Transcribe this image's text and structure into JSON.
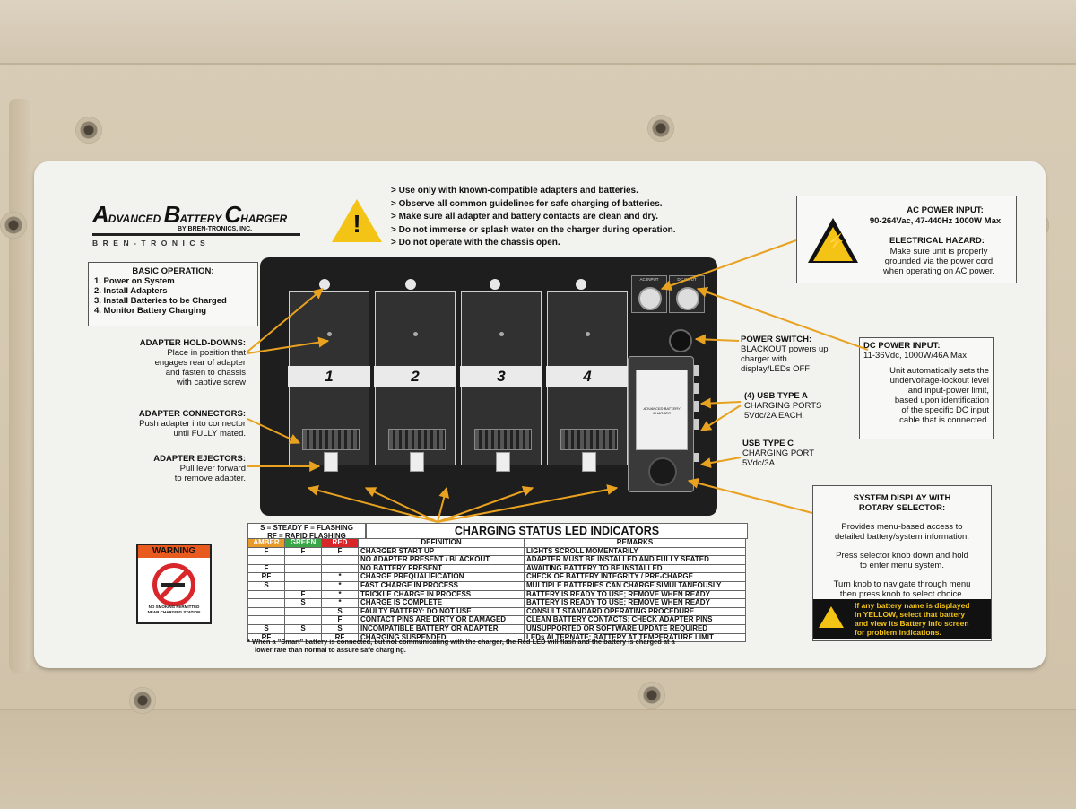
{
  "logo": {
    "line1_a": "A",
    "line1_b": "DVANCED ",
    "line1_c": "B",
    "line1_d": "ATTERY ",
    "line1_e": "C",
    "line1_f": "HARGER",
    "sub": "BY BREN-TRONICS, INC.",
    "brand": "BREN-TRONICS"
  },
  "safety_notes": [
    "> Use only with known-compatible adapters and batteries.",
    "> Observe all common guidelines for safe charging of batteries.",
    "> Make sure all adapter and battery contacts are clean and dry.",
    "> Do not immerse or splash water on the charger during operation.",
    "> Do not operate with the chassis open."
  ],
  "basic_operation": {
    "title": "BASIC OPERATION:",
    "steps": [
      "1. Power on System",
      "2. Install Adapters",
      "3. Install Batteries to be Charged",
      "4. Monitor Battery Charging"
    ]
  },
  "adapter_hold_downs": {
    "title": "ADAPTER HOLD-DOWNS:",
    "lines": [
      "Place in position that",
      "engages rear of adapter",
      "and fasten to chassis",
      "with captive screw"
    ]
  },
  "adapter_connectors": {
    "title": "ADAPTER CONNECTORS:",
    "lines": [
      "Push adapter into connector",
      "until FULLY mated."
    ]
  },
  "adapter_ejectors": {
    "title": "ADAPTER EJECTORS:",
    "lines": [
      "Pull lever forward",
      "to remove adapter."
    ]
  },
  "bays": [
    "1",
    "2",
    "3",
    "4"
  ],
  "panel_labels": {
    "ac": "AC INPUT",
    "dc": "DC INPUT",
    "display": "ADVANCED BATTERY CHARGER"
  },
  "ac_power": {
    "title": "AC POWER INPUT:",
    "spec": "90-264Vac, 47-440Hz 1000W Max",
    "hazard_title": "ELECTRICAL HAZARD:",
    "hazard_lines": [
      "Make sure unit is properly",
      "grounded via the power cord",
      "when operating on AC power."
    ]
  },
  "power_switch": {
    "lines": [
      "POWER SWITCH:",
      "BLACKOUT powers up",
      "charger with",
      "display/LEDs OFF"
    ]
  },
  "dc_power": {
    "title": "DC POWER INPUT:",
    "spec": "11-36Vdc, 1000W/46A Max",
    "lines": [
      "Unit automatically sets the",
      "undervoltage-lockout level",
      "and input-power limit,",
      "based upon identification",
      "of the specific DC input",
      "cable that is connected."
    ]
  },
  "usb_a": {
    "lines": [
      "(4) USB TYPE A",
      "CHARGING PORTS",
      "5Vdc/2A EACH."
    ]
  },
  "usb_c": {
    "lines": [
      "USB TYPE C",
      "CHARGING PORT",
      "5Vdc/3A"
    ]
  },
  "system_display": {
    "title_lines": [
      "SYSTEM DISPLAY WITH",
      "ROTARY SELECTOR:"
    ],
    "p1": [
      "Provides menu-based access to",
      "detailed battery/system information."
    ],
    "p2": [
      "Press selector knob down and hold",
      "to enter menu system."
    ],
    "p3": [
      "Turn knob to navigate through menu",
      "then press knob to select choice."
    ],
    "note": [
      "If any battery name is displayed",
      "in YELLOW, select that battery",
      "and view its Battery Info screen",
      "for problem indications."
    ]
  },
  "warning": {
    "title": "WARNING",
    "lines": [
      "NO SMOKING PERMITTED",
      "NEAR CHARGING STATION"
    ]
  },
  "led_table": {
    "key_lines": [
      "S = STEADY    F = FLASHING",
      "RF = RAPID FLASHING"
    ],
    "title": "CHARGING STATUS LED INDICATORS",
    "headers": [
      "AMBER",
      "GREEN",
      "RED",
      "DEFINITION",
      "REMARKS"
    ],
    "rows": [
      [
        "F",
        "F",
        "F",
        "CHARGER START UP",
        "LIGHTS SCROLL MOMENTARILY"
      ],
      [
        "",
        "",
        "",
        "NO ADAPTER PRESENT / BLACKOUT",
        "ADAPTER MUST BE INSTALLED AND FULLY SEATED"
      ],
      [
        "F",
        "",
        "",
        "NO BATTERY PRESENT",
        "AWAITING BATTERY TO BE INSTALLED"
      ],
      [
        "RF",
        "",
        "*",
        "CHARGE PREQUALIFICATION",
        "CHECK OF BATTERY INTEGRITY / PRE-CHARGE"
      ],
      [
        "S",
        "",
        "*",
        "FAST CHARGE IN PROCESS",
        "MULTIPLE BATTERIES CAN CHARGE SIMULTANEOUSLY"
      ],
      [
        "",
        "F",
        "*",
        "TRICKLE CHARGE IN PROCESS",
        "BATTERY IS READY TO USE; REMOVE WHEN READY"
      ],
      [
        "",
        "S",
        "*",
        "CHARGE IS COMPLETE",
        "BATTERY IS READY TO USE; REMOVE WHEN READY"
      ],
      [
        "",
        "",
        "S",
        "FAULTY BATTERY:  DO NOT USE",
        "CONSULT STANDARD OPERATING PROCEDURE"
      ],
      [
        "",
        "",
        "F",
        "CONTACT PINS ARE DIRTY OR DAMAGED",
        "CLEAN BATTERY CONTACTS; CHECK ADAPTER PINS"
      ],
      [
        "S",
        "S",
        "S",
        "INCOMPATIBLE BATTERY OR ADAPTER",
        "UNSUPPORTED OR SOFTWARE UPDATE REQUIRED"
      ],
      [
        "RF",
        "",
        "RF",
        "CHARGING SUSPENDED",
        "LEDs ALTERNATE; BATTERY AT TEMPERATURE LIMIT"
      ]
    ],
    "footnote_lines": [
      "*  When a \"Smart\" battery is connected, but not communicating with the charger, the Red LED will flash and the battery is charged at a",
      "lower rate than normal to assure safe charging."
    ]
  },
  "colors": {
    "arrow": "#e8a21f",
    "hazard_yellow": "#f3c316",
    "amber": "#e89a2a",
    "green": "#3aa648",
    "red": "#d8262b"
  }
}
